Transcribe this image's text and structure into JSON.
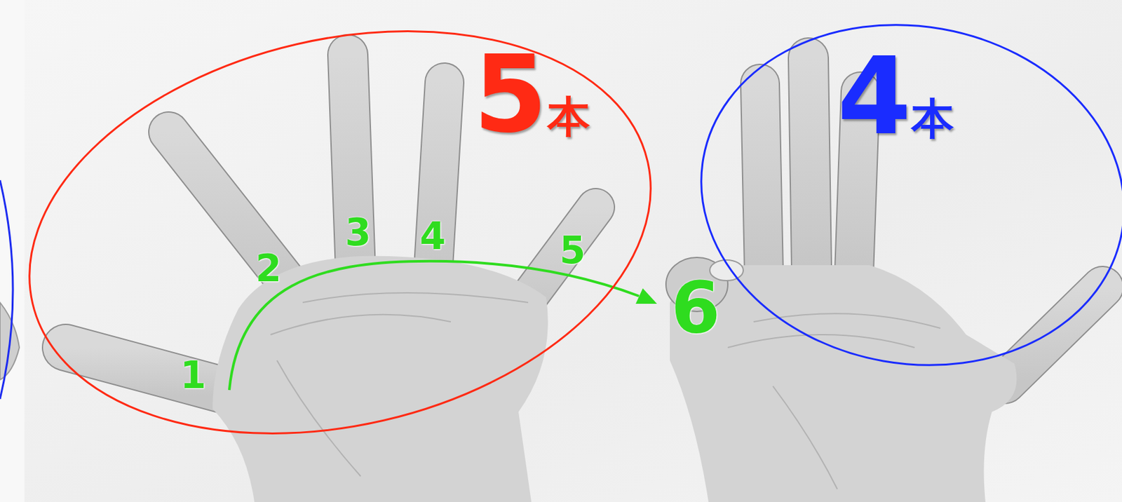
{
  "diagram": {
    "nodes": [
      {
        "text": [
          "5本"
        ]
      },
      {
        "text": [
          "4本"
        ]
      }
    ],
    "labels": [
      "1",
      "2",
      "3",
      "4",
      "5",
      "6"
    ]
  }
}
